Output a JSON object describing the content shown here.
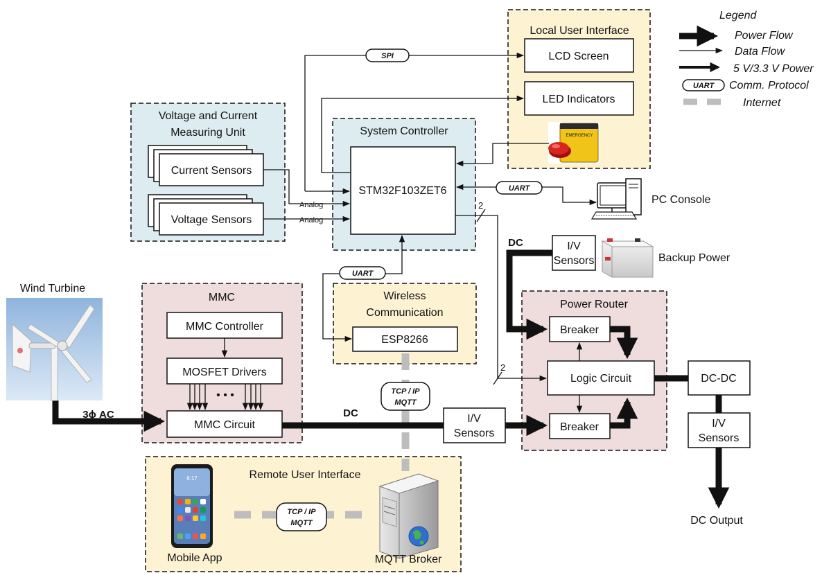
{
  "legend": {
    "title": "Legend",
    "power_flow": "Power Flow",
    "data_flow": "Data Flow",
    "low_power": "5 V/3.3 V Power",
    "protocol_pill": "UART",
    "protocol": "Comm. Protocol",
    "internet": "Internet"
  },
  "groups": {
    "vcmu_line1": "Voltage and Current",
    "vcmu_line2": "Measuring Unit",
    "system_controller": "System Controller",
    "local_ui": "Local User Interface",
    "mmc": "MMC",
    "wireless_line1": "Wireless",
    "wireless_line2": "Communication",
    "power_router": "Power Router",
    "remote_ui": "Remote User Interface"
  },
  "blocks": {
    "current_sensors": "Current Sensors",
    "voltage_sensors": "Voltage Sensors",
    "mcu": "STM32F103ZET6",
    "lcd": "LCD Screen",
    "led": "LED Indicators",
    "mmc_controller": "MMC Controller",
    "mosfet_drivers": "MOSFET Drivers",
    "mmc_circuit": "MMC Circuit",
    "esp": "ESP8266",
    "breaker_top": "Breaker",
    "breaker_bottom": "Breaker",
    "logic_circuit": "Logic Circuit",
    "dcdc": "DC-DC",
    "iv_line1": "I/V",
    "iv_line2": "Sensors"
  },
  "labels": {
    "wind_turbine": "Wind Turbine",
    "three_phase_ac": "3ϕ  AC",
    "dc": "DC",
    "dc_backup": "DC",
    "backup_power": "Backup Power",
    "pc_console": "PC Console",
    "dc_output": "DC Output",
    "mobile_app": "Mobile App",
    "mqtt_broker": "MQTT Broker",
    "analog": "Analog",
    "bus_width": "2",
    "dots": "• • •",
    "spi": "SPI",
    "uart": "UART",
    "tcpip": "TCP / IP",
    "mqtt": "MQTT",
    "estop_text": "EMERGENCY",
    "phone_time": "6:17"
  },
  "colors": {
    "blue_group": "#dcecf1",
    "yellow_group": "#fdf2d2",
    "pink_group": "#efdcdc",
    "internet": "#bdbdbd"
  }
}
